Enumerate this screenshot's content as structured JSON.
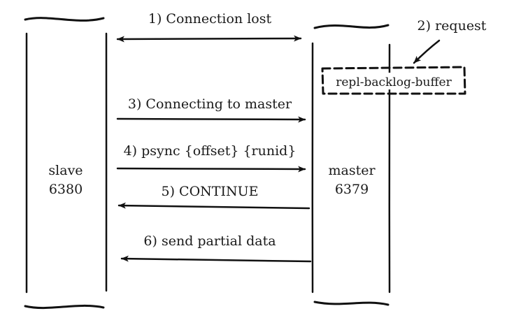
{
  "nodes": {
    "slave": {
      "name": "slave",
      "port": "6380"
    },
    "master": {
      "name": "master",
      "port": "6379"
    }
  },
  "buffer": {
    "label": "repl-backlog-buffer"
  },
  "steps": [
    {
      "label": "1) Connection lost",
      "direction": "both"
    },
    {
      "label": "2) request",
      "direction": "to-buffer"
    },
    {
      "label": "3) Connecting to master",
      "direction": "to-master"
    },
    {
      "label": "4) psync {offset} {runid}",
      "direction": "to-master"
    },
    {
      "label": "5) CONTINUE",
      "direction": "to-slave"
    },
    {
      "label": "6) send partial data",
      "direction": "to-slave"
    }
  ],
  "colors": {
    "ink": "#111111",
    "background": "#ffffff"
  }
}
